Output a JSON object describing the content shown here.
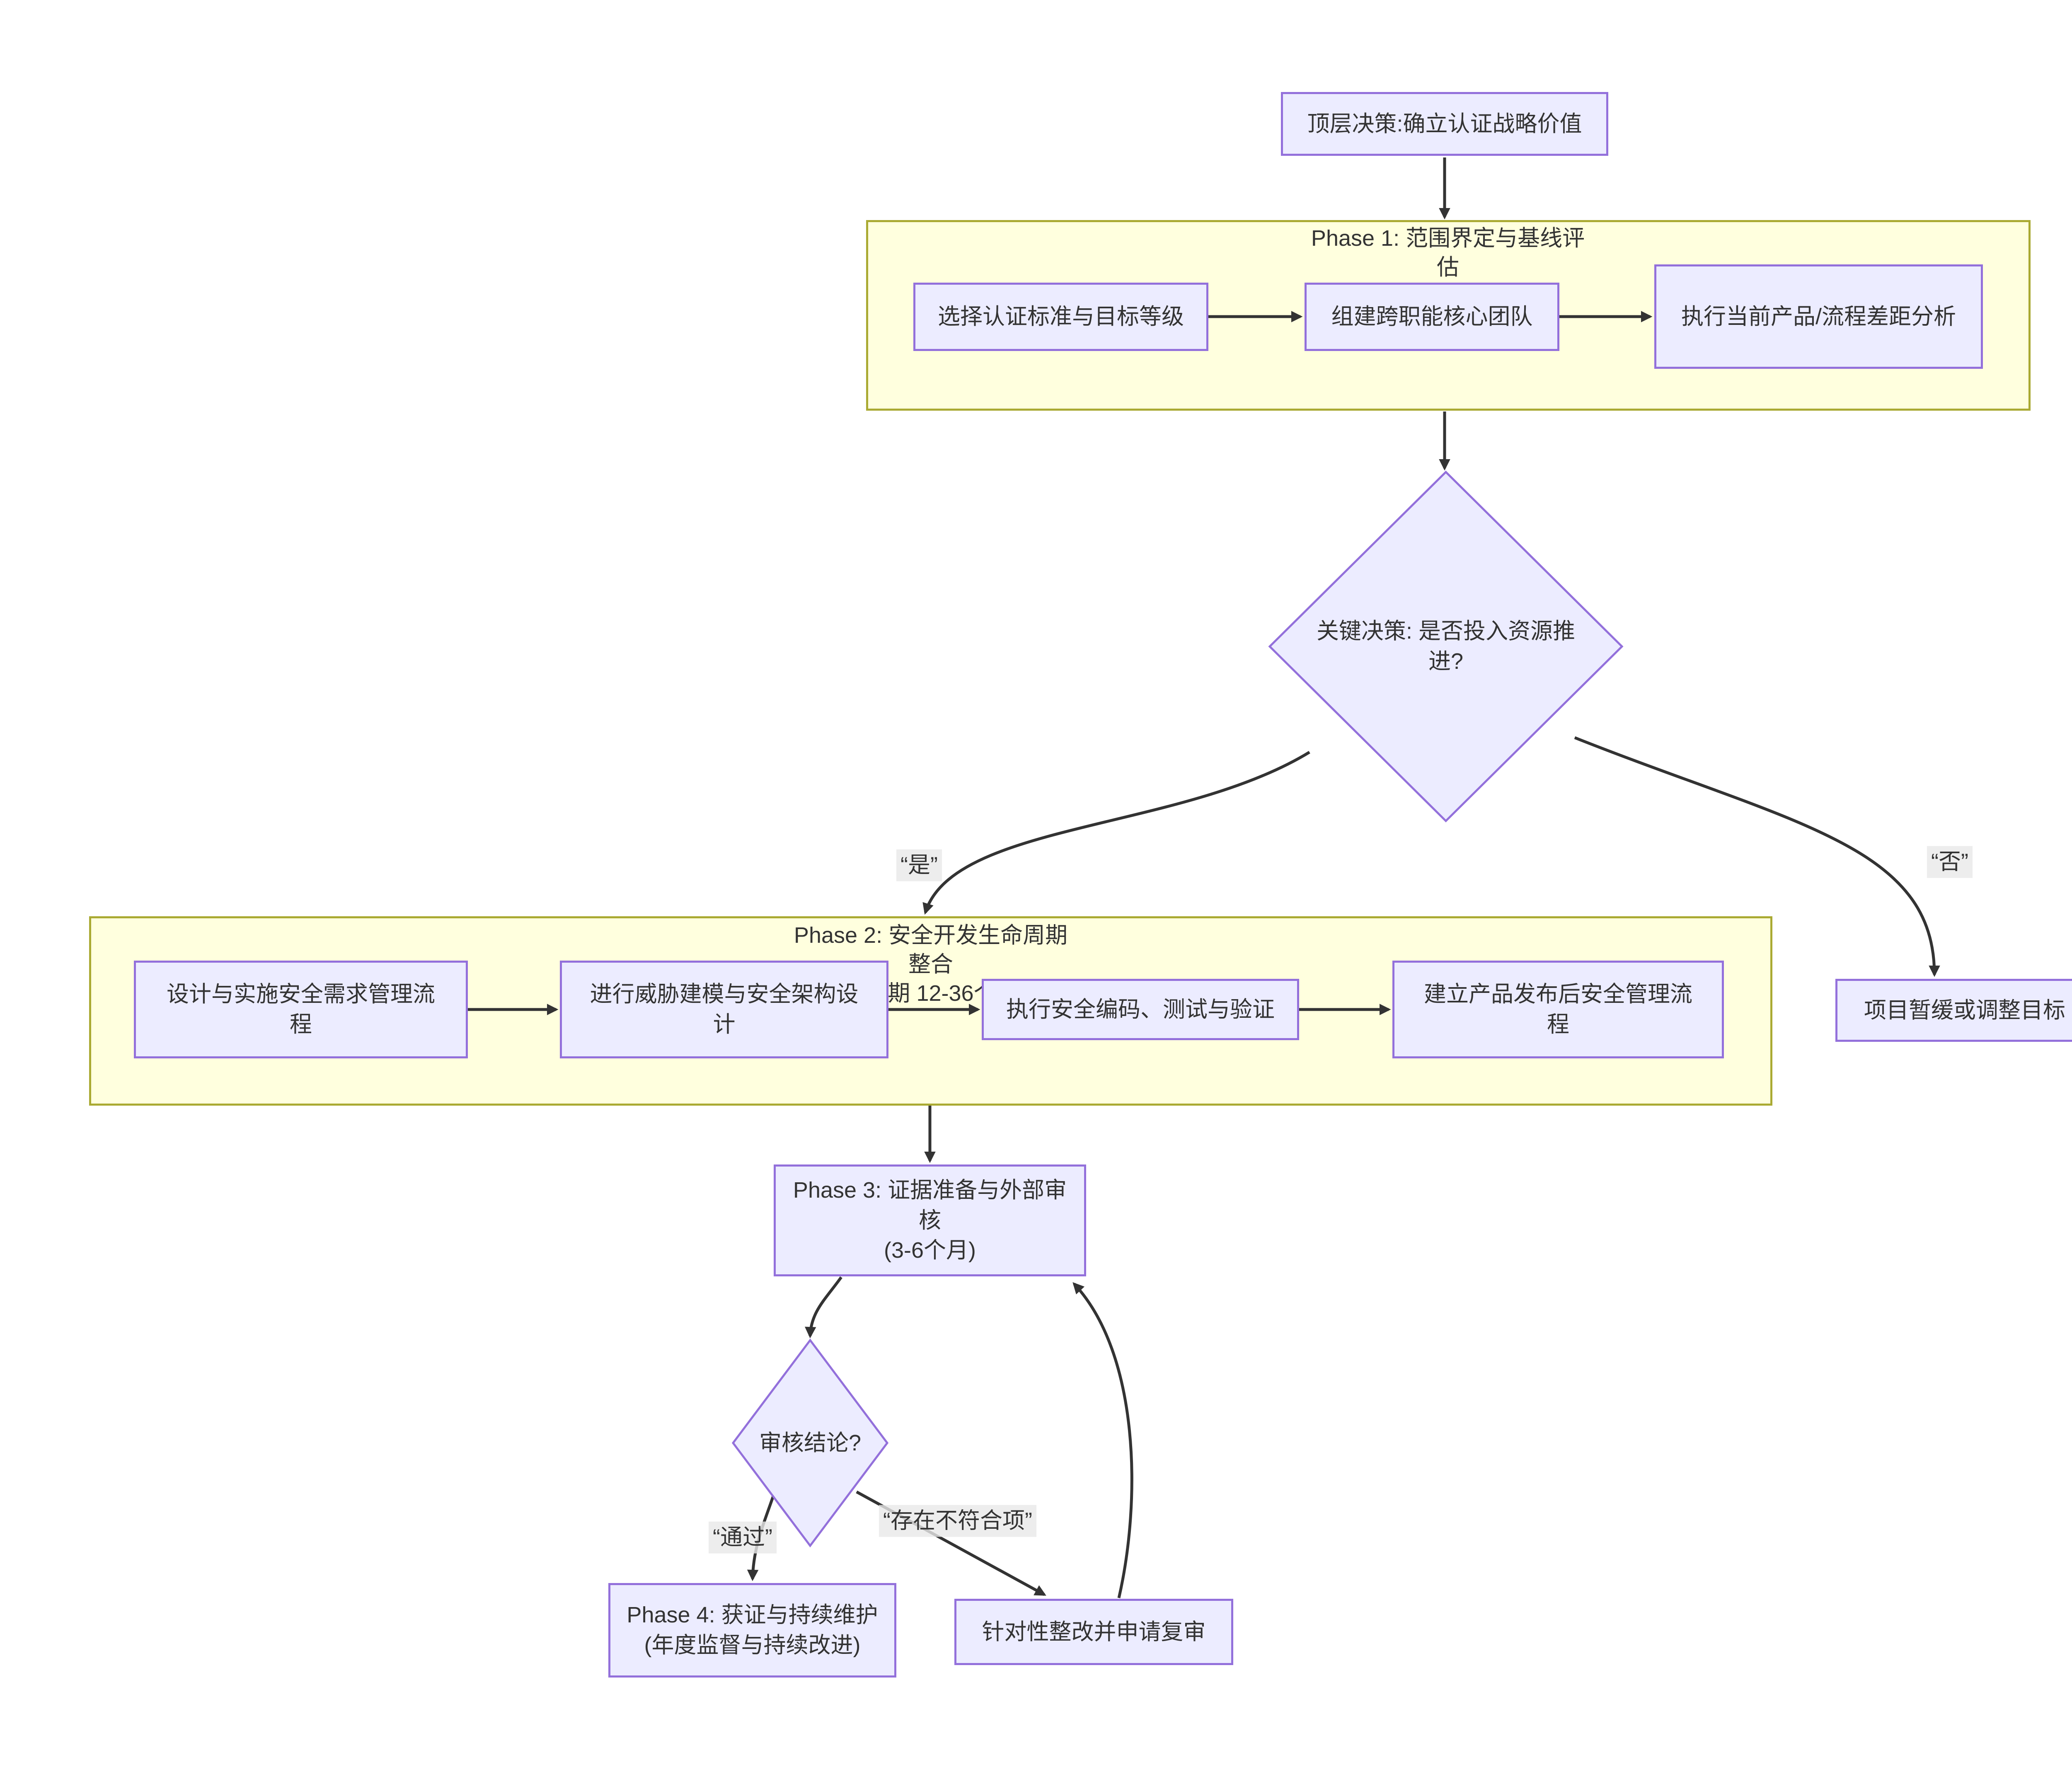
{
  "colors": {
    "node_fill": "#ECECFF",
    "node_border": "#9370DB",
    "cluster_fill": "#FFFFDE",
    "cluster_border": "#AAAA33",
    "edge": "#333333",
    "text": "#333333",
    "edge_label_bg": "rgba(232,232,232,0.8)"
  },
  "nodes": {
    "top_decision": "顶层决策:确立认证战略价值",
    "p1_select": "选择认证标准与目标等级",
    "p1_team": "组建跨职能核心团队",
    "p1_gap": "执行当前产品/流程差距分析",
    "invest_decision": "关键决策: 是否投入资源推进?",
    "p2_requirements": "设计与实施安全需求管理流程",
    "p2_threat_model": "进行威胁建模与安全架构设计",
    "p2_secure_coding": "执行安全编码、测试与验证",
    "p2_post_release": "建立产品发布后安全管理流程",
    "pause_project": "项目暂缓或调整目标",
    "phase3_audit": "Phase 3: 证据准备与外部审核\n(3-6个月)",
    "audit_decision": "审核结论?",
    "phase4_maintain": "Phase 4: 获证与持续维护\n(年度监督与持续改进)",
    "rework": "针对性整改并申请复审"
  },
  "clusters": {
    "phase1_title": "Phase 1: 范围界定与基线评估",
    "phase2_title": "Phase 2: 安全开发生命周期整合\n(攻坚期 12-36个月)"
  },
  "edge_labels": {
    "yes": "“是”",
    "no": "“否”",
    "pass": "“通过”",
    "nonconformity": "“存在不符合项”"
  }
}
